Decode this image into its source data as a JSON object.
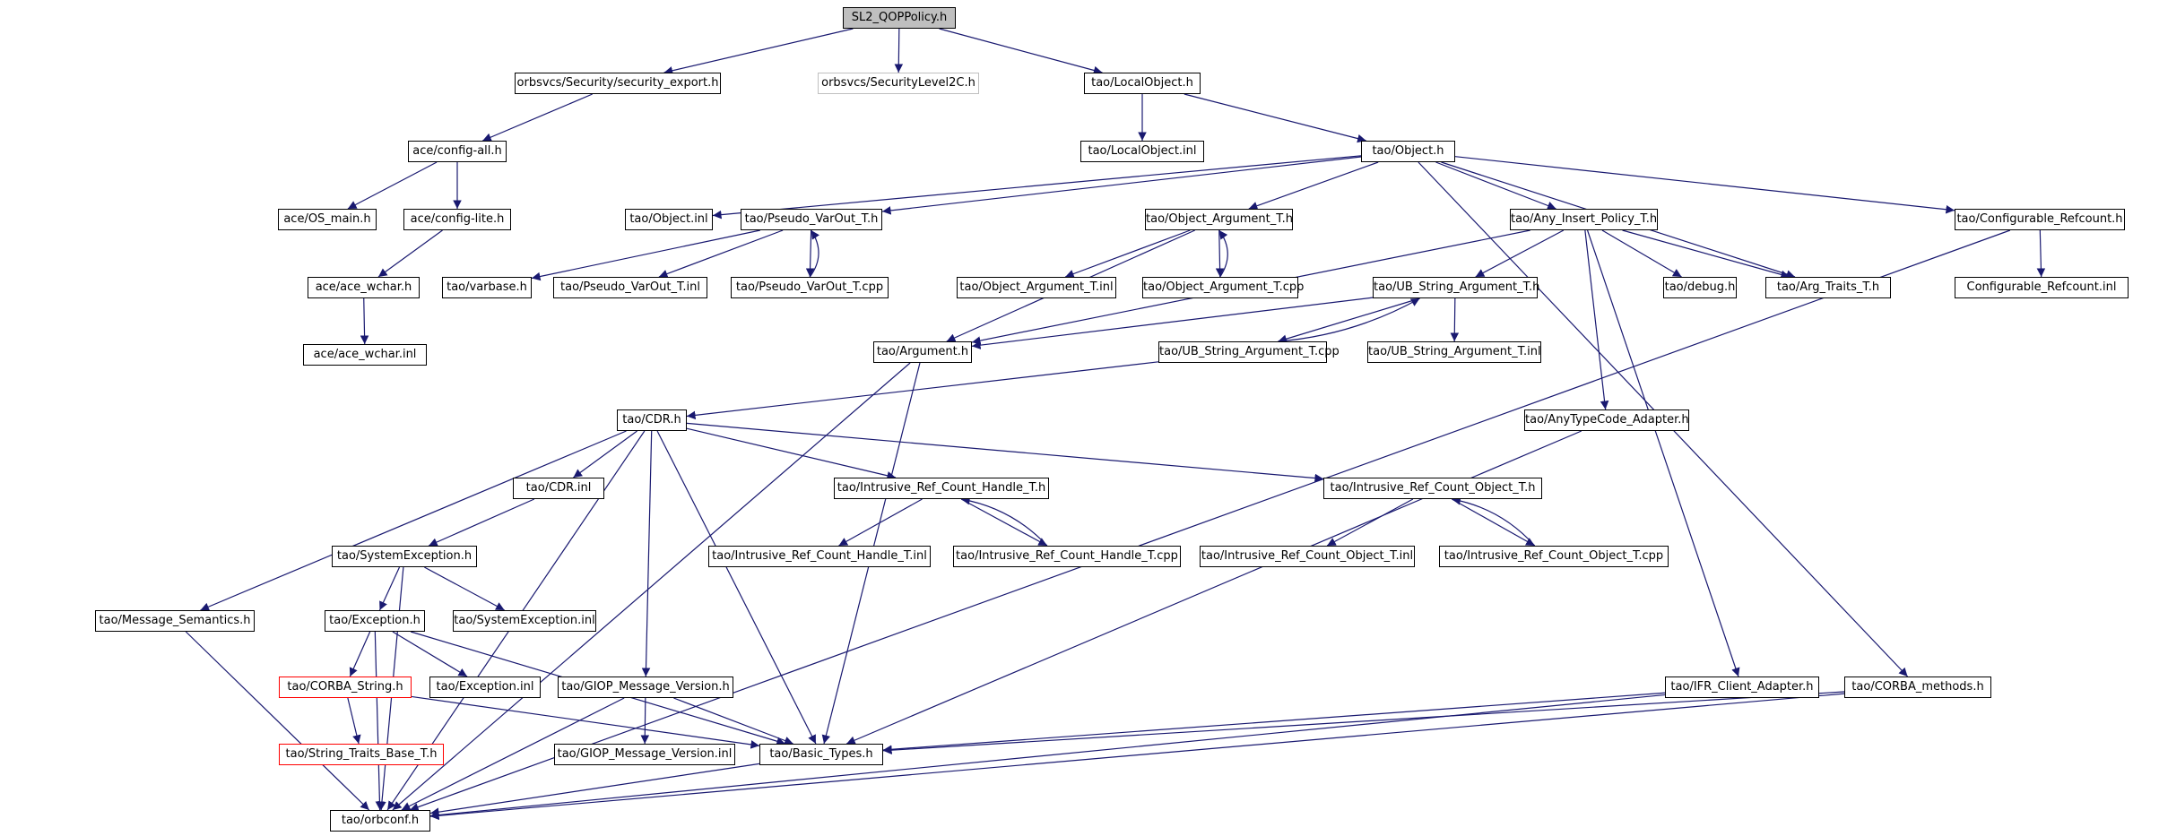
{
  "diagram": {
    "colors": {
      "edge": "#191970",
      "root_fill": "#bfbfbf",
      "missing_border": "#ff0000",
      "external_border": "#bfbfbf"
    },
    "nodes": [
      {
        "id": "root",
        "label": "SL2_QOPPolicy.h",
        "style": "root"
      },
      {
        "id": "sec_export",
        "label": "orbsvcs/Security/security_export.h"
      },
      {
        "id": "seclevel2c",
        "label": "orbsvcs/SecurityLevel2C.h",
        "style": "gray"
      },
      {
        "id": "localobj",
        "label": "tao/LocalObject.h"
      },
      {
        "id": "config_all",
        "label": "ace/config-all.h"
      },
      {
        "id": "localobj_inl",
        "label": "tao/LocalObject.inl"
      },
      {
        "id": "object_h",
        "label": "tao/Object.h"
      },
      {
        "id": "os_main",
        "label": "ace/OS_main.h"
      },
      {
        "id": "config_lite",
        "label": "ace/config-lite.h"
      },
      {
        "id": "object_inl",
        "label": "tao/Object.inl"
      },
      {
        "id": "pseudo_varout",
        "label": "tao/Pseudo_VarOut_T.h"
      },
      {
        "id": "obj_arg",
        "label": "tao/Object_Argument_T.h"
      },
      {
        "id": "any_insert",
        "label": "tao/Any_Insert_Policy_T.h"
      },
      {
        "id": "conf_refcount",
        "label": "tao/Configurable_Refcount.h"
      },
      {
        "id": "ace_wchar",
        "label": "ace/ace_wchar.h"
      },
      {
        "id": "varbase",
        "label": "tao/varbase.h"
      },
      {
        "id": "pseudo_varout_inl",
        "label": "tao/Pseudo_VarOut_T.inl"
      },
      {
        "id": "pseudo_varout_cpp",
        "label": "tao/Pseudo_VarOut_T.cpp"
      },
      {
        "id": "obj_arg_inl",
        "label": "tao/Object_Argument_T.inl"
      },
      {
        "id": "obj_arg_cpp",
        "label": "tao/Object_Argument_T.cpp"
      },
      {
        "id": "ub_string",
        "label": "tao/UB_String_Argument_T.h"
      },
      {
        "id": "debug",
        "label": "tao/debug.h"
      },
      {
        "id": "arg_traits",
        "label": "tao/Arg_Traits_T.h"
      },
      {
        "id": "conf_refcount_inl",
        "label": "Configurable_Refcount.inl"
      },
      {
        "id": "ace_wchar_inl",
        "label": "ace/ace_wchar.inl"
      },
      {
        "id": "argument",
        "label": "tao/Argument.h"
      },
      {
        "id": "ub_string_cpp",
        "label": "tao/UB_String_Argument_T.cpp"
      },
      {
        "id": "ub_string_inl",
        "label": "tao/UB_String_Argument_T.inl"
      },
      {
        "id": "cdr",
        "label": "tao/CDR.h"
      },
      {
        "id": "anytypecode",
        "label": "tao/AnyTypeCode_Adapter.h"
      },
      {
        "id": "cdr_inl",
        "label": "tao/CDR.inl"
      },
      {
        "id": "irch",
        "label": "tao/Intrusive_Ref_Count_Handle_T.h"
      },
      {
        "id": "irco",
        "label": "tao/Intrusive_Ref_Count_Object_T.h"
      },
      {
        "id": "sysexc",
        "label": "tao/SystemException.h"
      },
      {
        "id": "irch_inl",
        "label": "tao/Intrusive_Ref_Count_Handle_T.inl"
      },
      {
        "id": "irch_cpp",
        "label": "tao/Intrusive_Ref_Count_Handle_T.cpp"
      },
      {
        "id": "irco_inl",
        "label": "tao/Intrusive_Ref_Count_Object_T.inl"
      },
      {
        "id": "irco_cpp",
        "label": "tao/Intrusive_Ref_Count_Object_T.cpp"
      },
      {
        "id": "msg_sem",
        "label": "tao/Message_Semantics.h"
      },
      {
        "id": "exception",
        "label": "tao/Exception.h"
      },
      {
        "id": "sysexc_inl",
        "label": "tao/SystemException.inl"
      },
      {
        "id": "corba_string",
        "label": "tao/CORBA_String.h",
        "style": "red"
      },
      {
        "id": "exception_inl",
        "label": "tao/Exception.inl"
      },
      {
        "id": "giop_ver",
        "label": "tao/GIOP_Message_Version.h"
      },
      {
        "id": "ifr_client",
        "label": "tao/IFR_Client_Adapter.h"
      },
      {
        "id": "corba_methods",
        "label": "tao/CORBA_methods.h"
      },
      {
        "id": "string_traits",
        "label": "tao/String_Traits_Base_T.h",
        "style": "red"
      },
      {
        "id": "giop_ver_inl",
        "label": "tao/GIOP_Message_Version.inl"
      },
      {
        "id": "basic_types",
        "label": "tao/Basic_Types.h"
      },
      {
        "id": "orbconf",
        "label": "tao/orbconf.h"
      }
    ],
    "edges": [
      [
        "root",
        "sec_export"
      ],
      [
        "root",
        "seclevel2c"
      ],
      [
        "root",
        "localobj"
      ],
      [
        "sec_export",
        "config_all"
      ],
      [
        "localobj",
        "localobj_inl"
      ],
      [
        "localobj",
        "object_h"
      ],
      [
        "config_all",
        "os_main"
      ],
      [
        "config_all",
        "config_lite"
      ],
      [
        "config_lite",
        "ace_wchar"
      ],
      [
        "ace_wchar",
        "ace_wchar_inl"
      ],
      [
        "object_h",
        "object_inl"
      ],
      [
        "object_h",
        "pseudo_varout"
      ],
      [
        "object_h",
        "obj_arg"
      ],
      [
        "object_h",
        "any_insert"
      ],
      [
        "object_h",
        "conf_refcount"
      ],
      [
        "object_h",
        "arg_traits"
      ],
      [
        "object_h",
        "corba_methods"
      ],
      [
        "pseudo_varout",
        "varbase"
      ],
      [
        "pseudo_varout",
        "pseudo_varout_inl"
      ],
      [
        "pseudo_varout",
        "pseudo_varout_cpp"
      ],
      [
        "pseudo_varout_cpp",
        "pseudo_varout"
      ],
      [
        "obj_arg",
        "obj_arg_inl"
      ],
      [
        "obj_arg",
        "obj_arg_cpp"
      ],
      [
        "obj_arg_cpp",
        "obj_arg"
      ],
      [
        "obj_arg",
        "argument"
      ],
      [
        "any_insert",
        "ub_string"
      ],
      [
        "any_insert",
        "debug"
      ],
      [
        "any_insert",
        "arg_traits"
      ],
      [
        "any_insert",
        "argument"
      ],
      [
        "any_insert",
        "anytypecode"
      ],
      [
        "any_insert",
        "ifr_client"
      ],
      [
        "conf_refcount",
        "conf_refcount_inl"
      ],
      [
        "conf_refcount",
        "orbconf"
      ],
      [
        "ub_string",
        "argument"
      ],
      [
        "ub_string",
        "ub_string_cpp"
      ],
      [
        "ub_string_cpp",
        "ub_string"
      ],
      [
        "ub_string",
        "ub_string_inl"
      ],
      [
        "ub_string_cpp",
        "cdr"
      ],
      [
        "argument",
        "basic_types"
      ],
      [
        "argument",
        "orbconf"
      ],
      [
        "cdr",
        "cdr_inl"
      ],
      [
        "cdr",
        "irch"
      ],
      [
        "cdr",
        "irco"
      ],
      [
        "cdr",
        "msg_sem"
      ],
      [
        "cdr",
        "giop_ver"
      ],
      [
        "cdr",
        "basic_types"
      ],
      [
        "cdr",
        "orbconf"
      ],
      [
        "cdr_inl",
        "sysexc"
      ],
      [
        "irch",
        "irch_inl"
      ],
      [
        "irch",
        "irch_cpp"
      ],
      [
        "irch_cpp",
        "irch"
      ],
      [
        "irco",
        "irco_inl"
      ],
      [
        "irco",
        "irco_cpp"
      ],
      [
        "irco_cpp",
        "irco"
      ],
      [
        "sysexc",
        "exception"
      ],
      [
        "sysexc",
        "sysexc_inl"
      ],
      [
        "sysexc",
        "orbconf"
      ],
      [
        "exception",
        "corba_string"
      ],
      [
        "exception",
        "exception_inl"
      ],
      [
        "exception",
        "basic_types"
      ],
      [
        "exception",
        "orbconf"
      ],
      [
        "corba_string",
        "string_traits"
      ],
      [
        "corba_string",
        "basic_types"
      ],
      [
        "giop_ver",
        "giop_ver_inl"
      ],
      [
        "giop_ver",
        "basic_types"
      ],
      [
        "giop_ver",
        "orbconf"
      ],
      [
        "msg_sem",
        "orbconf"
      ],
      [
        "anytypecode",
        "basic_types"
      ],
      [
        "ifr_client",
        "basic_types"
      ],
      [
        "ifr_client",
        "orbconf"
      ],
      [
        "corba_methods",
        "basic_types"
      ],
      [
        "corba_methods",
        "orbconf"
      ],
      [
        "basic_types",
        "orbconf"
      ]
    ]
  }
}
